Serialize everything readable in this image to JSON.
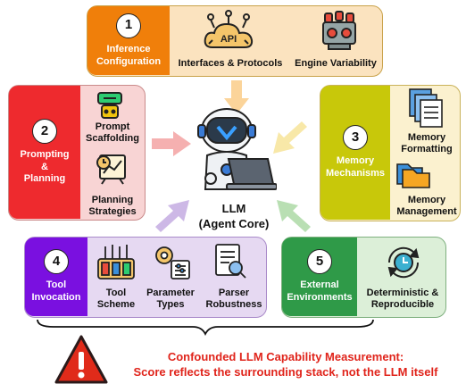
{
  "core": {
    "title": "LLM",
    "subtitle": "(Agent Core)"
  },
  "panels": {
    "inference": {
      "num": "1",
      "title": "Inference\nConfiguration",
      "items": [
        "Interfaces & Protocols",
        "Engine Variability"
      ],
      "api_text": "API"
    },
    "prompting": {
      "num": "2",
      "title": "Prompting\n&\nPlanning",
      "items": [
        "Prompt\nScaffolding",
        "Planning\nStrategies"
      ]
    },
    "memory": {
      "num": "3",
      "title": "Memory\nMechanisms",
      "items": [
        "Memory\nFormatting",
        "Memory\nManagement"
      ]
    },
    "tool": {
      "num": "4",
      "title": "Tool\nInvocation",
      "items": [
        "Tool\nScheme",
        "Parameter\nTypes",
        "Parser\nRobustness"
      ]
    },
    "env": {
      "num": "5",
      "title": "External\nEnvironments",
      "items": [
        "Deterministic &\nReproducible"
      ]
    }
  },
  "warning": {
    "line1": "Confounded LLM Capability Measurement:",
    "line2": "Score reflects the surrounding stack, not the LLM itself"
  },
  "colors": {
    "inference_head": "#f07f0a",
    "inference_bg": "#fbe3bf",
    "prompting_head": "#ee2a2e",
    "prompting_bg": "#f8d4d4",
    "memory_head": "#c8c80a",
    "memory_bg": "#fbf1cf",
    "tool_head": "#7a10e0",
    "tool_bg": "#e6d9f2",
    "env_head": "#2f9a48",
    "env_bg": "#dcefd8"
  }
}
